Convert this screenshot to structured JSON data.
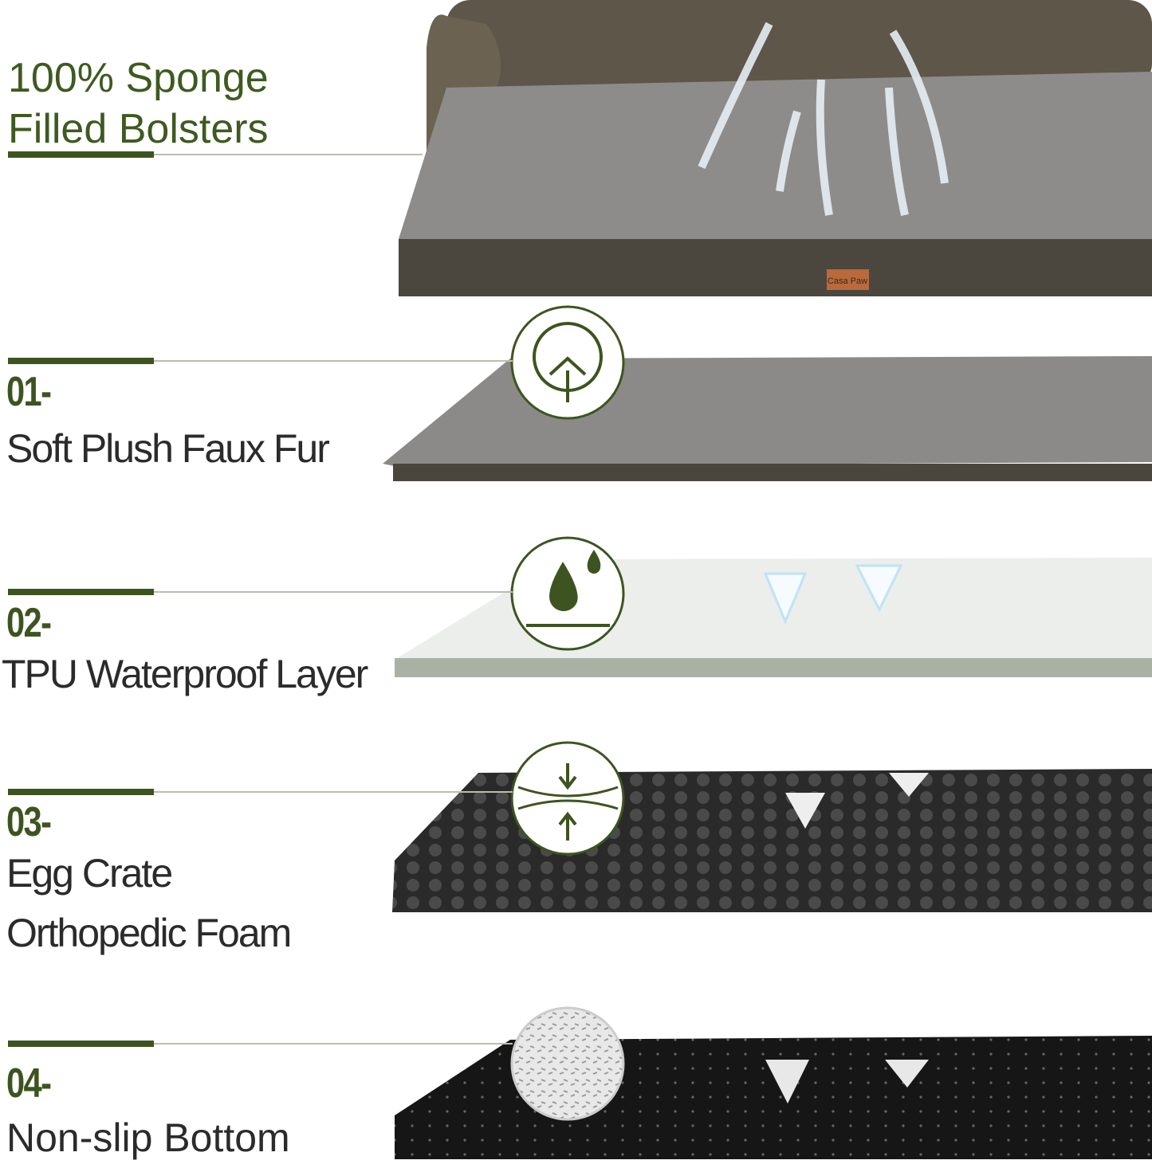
{
  "header": {
    "title_line1": "100% Sponge",
    "title_line2": "Filled Bolsters"
  },
  "brand_tag": "Casa Paw",
  "colors": {
    "accent": "#3e5420",
    "title": "#3e5a20",
    "fur": "#8a8a88",
    "base": "#4a4740"
  },
  "layers": [
    {
      "number": "01-",
      "label": "Soft Plush Faux Fur",
      "icon": "cotton-icon"
    },
    {
      "number": "02-",
      "label": "TPU Waterproof Layer",
      "icon": "water-drops-icon"
    },
    {
      "number": "03-",
      "label_line1": "Egg Crate",
      "label_line2": "Orthopedic Foam",
      "icon": "pressure-relief-icon"
    },
    {
      "number": "04-",
      "label": "Non-slip Bottom",
      "icon": "non-slip-pattern-icon"
    }
  ]
}
